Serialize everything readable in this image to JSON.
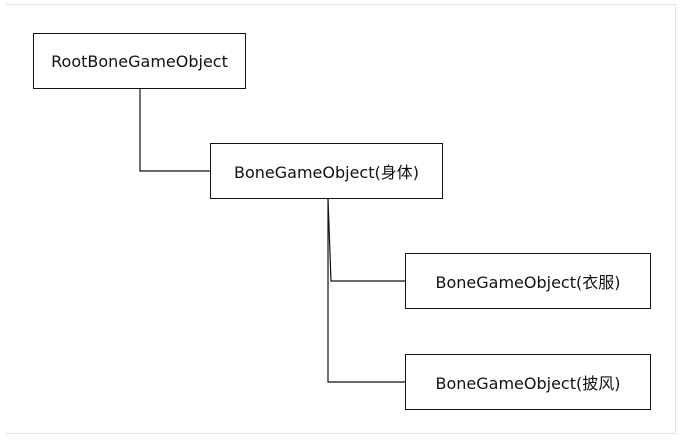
{
  "diagram": {
    "nodes": {
      "root": "RootBoneGameObject",
      "body": "BoneGameObject(身体)",
      "clothes": "BoneGameObject(衣服)",
      "cape": "BoneGameObject(披风)"
    },
    "edges": [
      {
        "from": "root",
        "to": "body"
      },
      {
        "from": "body",
        "to": "clothes"
      },
      {
        "from": "body",
        "to": "cape"
      }
    ],
    "colors": {
      "line": "#111111",
      "box_border": "#111111",
      "background": "#ffffff"
    }
  }
}
